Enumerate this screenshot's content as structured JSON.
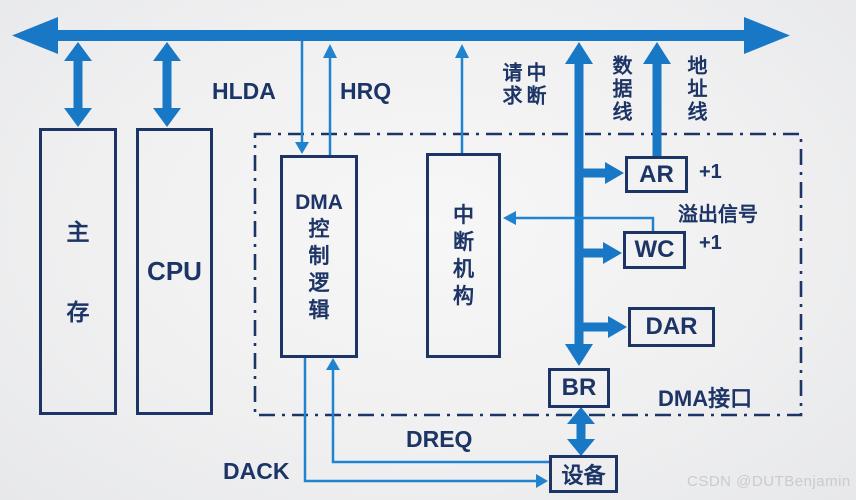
{
  "colors": {
    "bus_blue": "#1878c6",
    "signal_blue": "#2083cf",
    "navy": "#1d3566",
    "background": "#efefef",
    "watermark_gray": "#cbcbcb"
  },
  "boxes": {
    "main_memory": {
      "label": "主\n存"
    },
    "cpu": {
      "label": "CPU"
    },
    "dma_control_logic": {
      "label": "DMA\n控\n制\n逻\n辑"
    },
    "interrupt_unit": {
      "label": "中\n断\n机\n构"
    },
    "ar": {
      "label": "AR"
    },
    "wc": {
      "label": "WC"
    },
    "dar": {
      "label": "DAR"
    },
    "br": {
      "label": "BR"
    },
    "device": {
      "label": "设备"
    }
  },
  "labels": {
    "hlda": "HLDA",
    "hrq": "HRQ",
    "interrupt_request": "中断请求",
    "data_line": "数据线",
    "address_line": "地址线",
    "ar_increment": "+1",
    "wc_increment": "+1",
    "overflow_signal": "溢出信号",
    "dma_interface": "DMA接口",
    "dreq": "DREQ",
    "dack": "DACK"
  },
  "watermark": "CSDN @DUTBenjamin"
}
